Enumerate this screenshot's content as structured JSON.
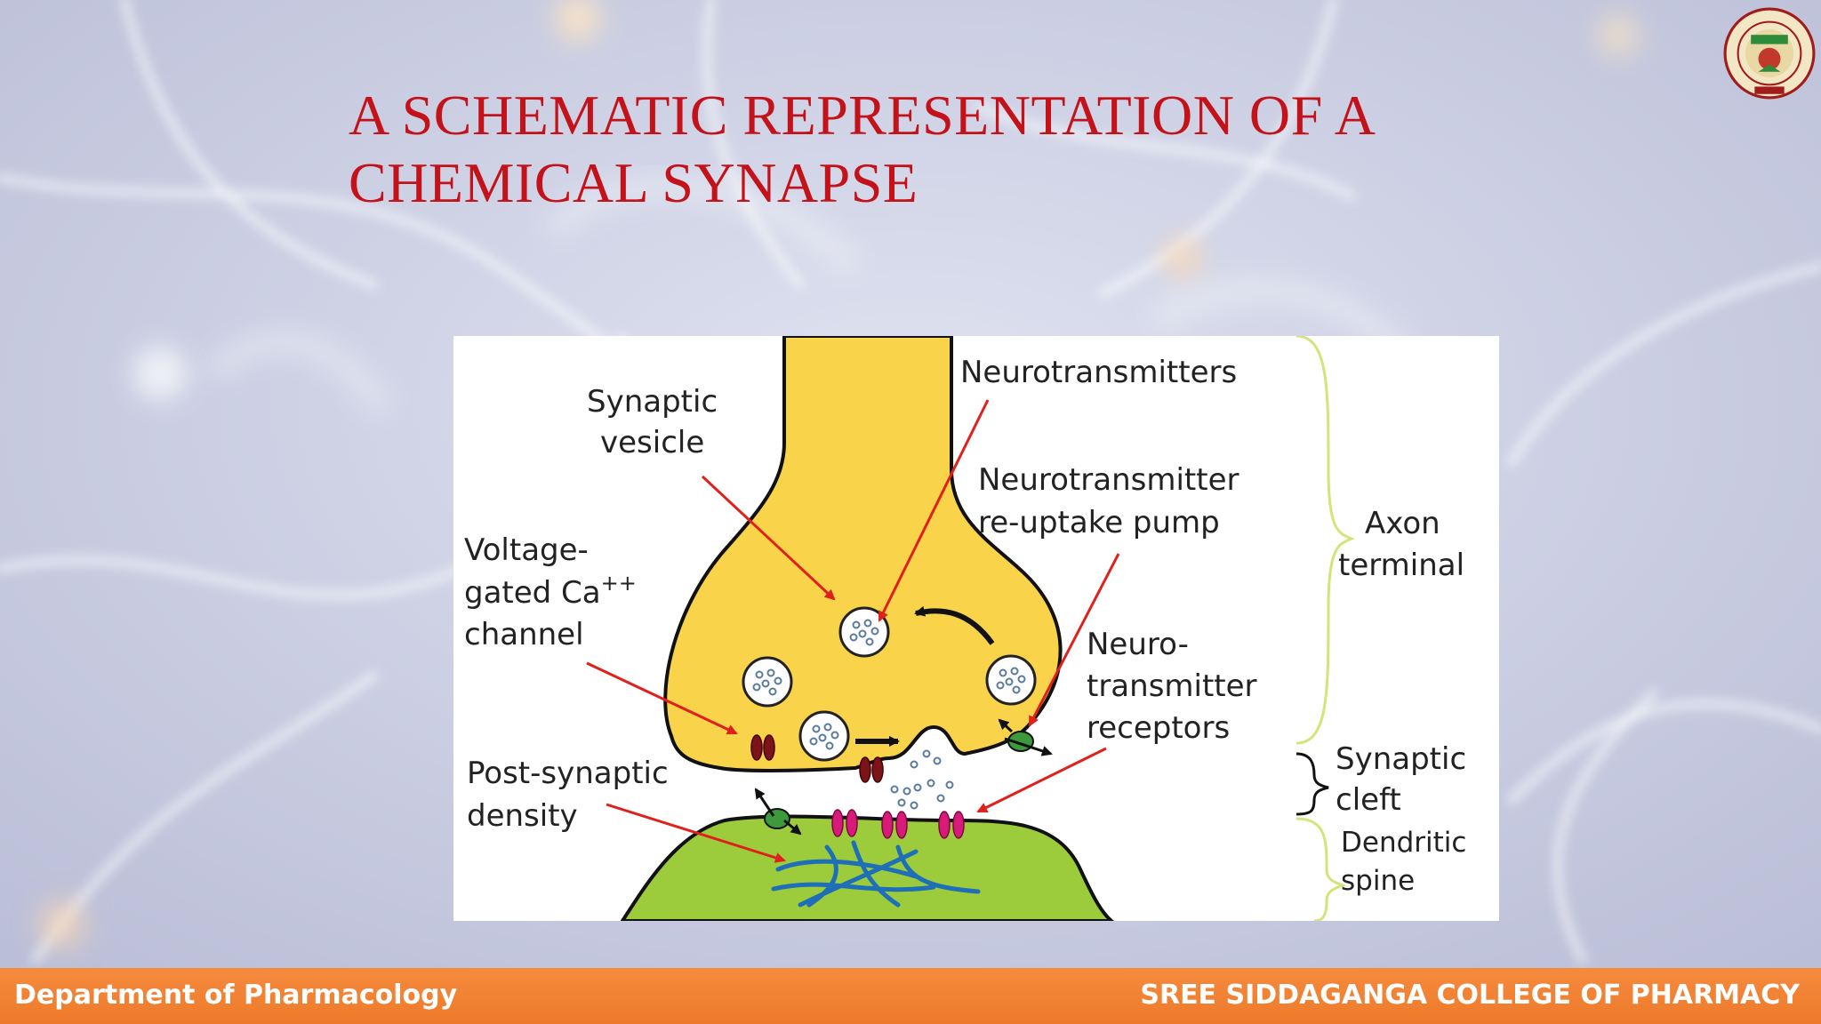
{
  "slide": {
    "title_line1": "A SCHEMATIC REPRESENTATION OF A",
    "title_line2": "CHEMICAL SYNAPSE"
  },
  "diagram": {
    "labels": {
      "neurotransmitters": "Neurotransmitters",
      "synaptic_vesicle_1": "Synaptic",
      "synaptic_vesicle_2": "vesicle",
      "reuptake_1": "Neurotransmitter",
      "reuptake_2": "re-uptake pump",
      "axon_1": "Axon",
      "axon_2": "terminal",
      "vgcc_1": "Voltage-",
      "vgcc_2": "gated Ca",
      "vgcc_sup": "++",
      "vgcc_3": "channel",
      "receptors_1": "Neuro-",
      "receptors_2": "transmitter",
      "receptors_3": "receptors",
      "cleft_1": "Synaptic",
      "cleft_2": "cleft",
      "psd_1": "Post-synaptic",
      "psd_2": "density",
      "spine_1": "Dendritic",
      "spine_2": "spine"
    },
    "colors": {
      "axon_fill": "#f9d44a",
      "spine_fill": "#9ccc3c",
      "arrow": "#e0201a",
      "bracket": "#d6e27a",
      "vesicle_dot": "#5a7aa0",
      "channel": "#7a1418",
      "receptor": "#d81b7a",
      "pump": "#3c9a3c",
      "filament": "#1e6fb8"
    }
  },
  "footer": {
    "left": "Department of Pharmacology",
    "right": "SREE SIDDAGANGA COLLEGE OF PHARMACY"
  },
  "icons": [
    "college-seal-icon"
  ]
}
